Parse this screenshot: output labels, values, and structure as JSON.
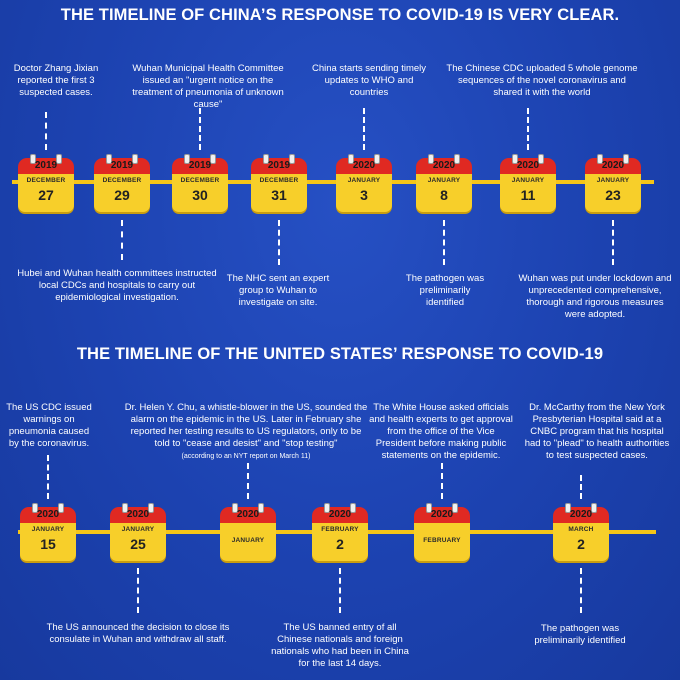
{
  "china": {
    "title": "THE TIMELINE OF CHINA’S RESPONSE TO COVID-19 IS VERY CLEAR.",
    "dates": [
      {
        "year": "2019",
        "month": "DECEMBER",
        "day": "27"
      },
      {
        "year": "2019",
        "month": "DECEMBER",
        "day": "29"
      },
      {
        "year": "2019",
        "month": "DECEMBER",
        "day": "30"
      },
      {
        "year": "2019",
        "month": "DECEMBER",
        "day": "31"
      },
      {
        "year": "2020",
        "month": "JANUARY",
        "day": "3"
      },
      {
        "year": "2020",
        "month": "JANUARY",
        "day": "8"
      },
      {
        "year": "2020",
        "month": "JANUARY",
        "day": "11"
      },
      {
        "year": "2020",
        "month": "JANUARY",
        "day": "23"
      }
    ],
    "notes": {
      "n1": "Doctor Zhang Jixian reported the first 3 suspected cases.",
      "n2": "Hubei and Wuhan health committees instructed local CDCs and hospitals to carry out epidemiological investigation.",
      "n3": "Wuhan Municipal Health Committee issued an \"urgent notice on the treatment of pneumonia of unknown cause\"",
      "n4": "The NHC sent an expert group to Wuhan to investigate on site.",
      "n5": "China starts sending timely updates to WHO and countries",
      "n6": "The pathogen was preliminarily identified",
      "n7": "The Chinese CDC uploaded 5 whole genome sequences of the novel coronavirus and shared it with the world",
      "n8": "Wuhan was put under lockdown and unprecedented comprehensive, thorough and rigorous measures were adopted."
    }
  },
  "us": {
    "title": "THE TIMELINE OF THE UNITED STATES’ RESPONSE TO COVID-19",
    "dates": [
      {
        "year": "2020",
        "month": "JANUARY",
        "day": "15"
      },
      {
        "year": "2020",
        "month": "JANUARY",
        "day": "25"
      },
      {
        "year": "2020",
        "month": "JANUARY",
        "day": ""
      },
      {
        "year": "2020",
        "month": "FEBRUARY",
        "day": "2"
      },
      {
        "year": "2020",
        "month": "FEBRUARY",
        "day": ""
      },
      {
        "year": "2020",
        "month": "MARCH",
        "day": "2"
      }
    ],
    "notes": {
      "n1": "The US CDC issued warnings on pneumonia caused by the coronavirus.",
      "n2": "The US announced the decision to close its consulate in Wuhan and withdraw all staff.",
      "n3": "Dr. Helen Y. Chu, a whistle-blower in the US, sounded the alarm on the epidemic in the US. Later in February she reported her testing results to US regulators, only to be told to \"cease and desist\" and \"stop testing\"",
      "n3_source": "(according to an NYT report on March 11)",
      "n4": "The US banned entry of all Chinese nationals and foreign nationals who had been in China for the last 14 days.",
      "n5": "The White House asked officials and health experts to get approval from the office of the Vice President before making public statements on the epidemic.",
      "n6": "Dr. McCarthy from the New York Presbyterian Hospital said at a CNBC program that his hospital had to \"plead\" to health authorities to test suspected cases.",
      "n7": "The pathogen was preliminarily identified"
    }
  },
  "colors": {
    "background": "#1d44b3",
    "timeline": "#f5c518",
    "calendar_top": "#e02922",
    "calendar_body": "#f7cf2a",
    "text": "#ffffff"
  }
}
